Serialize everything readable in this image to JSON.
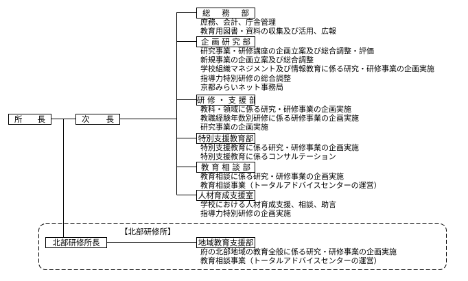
{
  "director": "所　長",
  "deputy": "次　　長",
  "departments": [
    {
      "name": "総　務　部",
      "duties": [
        "庶務、会計、庁舎管理",
        "教育用図書・資料の収集及び活用、広報"
      ]
    },
    {
      "name": "企 画 研 究 部",
      "duties": [
        "研究事業・研修講座の企画立案及び総合調整・評価",
        "新規事業の企画立案及び総合調整",
        "学校組織マネジメント及び情報教育に係る研究・研修事業の企画実施",
        "指導力特別研修の総合調整",
        "京都みらいネット事務局"
      ]
    },
    {
      "name": "研 修 ・ 支 援 部",
      "duties": [
        "教科・領域に係る研究・研修事業の企画実施",
        "教職経験年数別研修に係る研修事業の企画実施",
        "研究事業の企画実施"
      ]
    },
    {
      "name": "特別支援教育部",
      "duties": [
        "特別支援教育に係る研究・研修事業の企画実施",
        "特別支援教育に係るコンサルテーション"
      ]
    },
    {
      "name": "教 育 相 談 部",
      "duties": [
        "教育相談に係る研究・研修事業の企画実施",
        "教育相談事業（トータルアドバイスセンターの運営）"
      ]
    },
    {
      "name": "人材育成支援室",
      "duties": [
        "学校における人材育成支援、相談、助言",
        "指導力特別研修の企画実施"
      ]
    }
  ],
  "north": {
    "section_label": "【北部研修所】",
    "head": "北部研修所長",
    "department": {
      "name": "地域教育支援部",
      "duties": [
        "府の北部地域の教育全般に係る研究・研修事業の企画実施",
        "教育相談事業（トータルアドバイスセンターの運営）"
      ]
    }
  }
}
